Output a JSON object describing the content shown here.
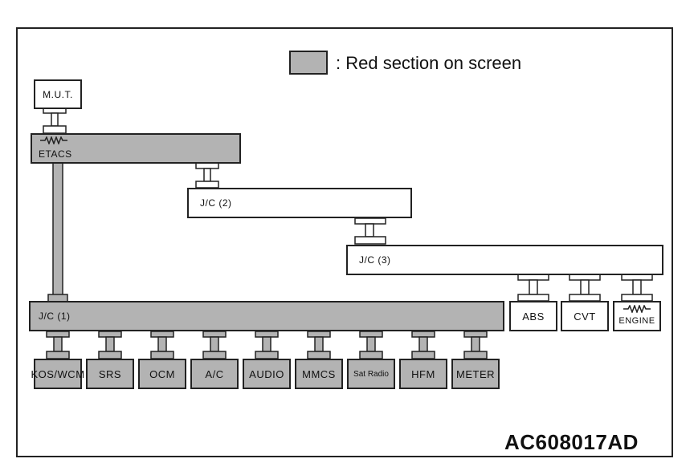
{
  "legend": {
    "text": ": Red section on screen",
    "swatch_color": "#b3b3b3"
  },
  "nodes": {
    "mut": "M.U.T.",
    "etacs": "ETACS",
    "jc2": "J/C (2)",
    "jc3": "J/C (3)",
    "jc1": "J/C (1)",
    "abs": "ABS",
    "cvt": "CVT",
    "engine": "ENGINE"
  },
  "jc1_modules": [
    "KOS/WCM",
    "SRS",
    "OCM",
    "A/C",
    "AUDIO",
    "MMCS",
    "Sat Radio",
    "HFM",
    "METER"
  ],
  "figure_code": "AC608017AD",
  "colors": {
    "highlight": "#b3b3b3",
    "line": "#222222"
  },
  "icons": {
    "resistor": "resistor-icon"
  }
}
